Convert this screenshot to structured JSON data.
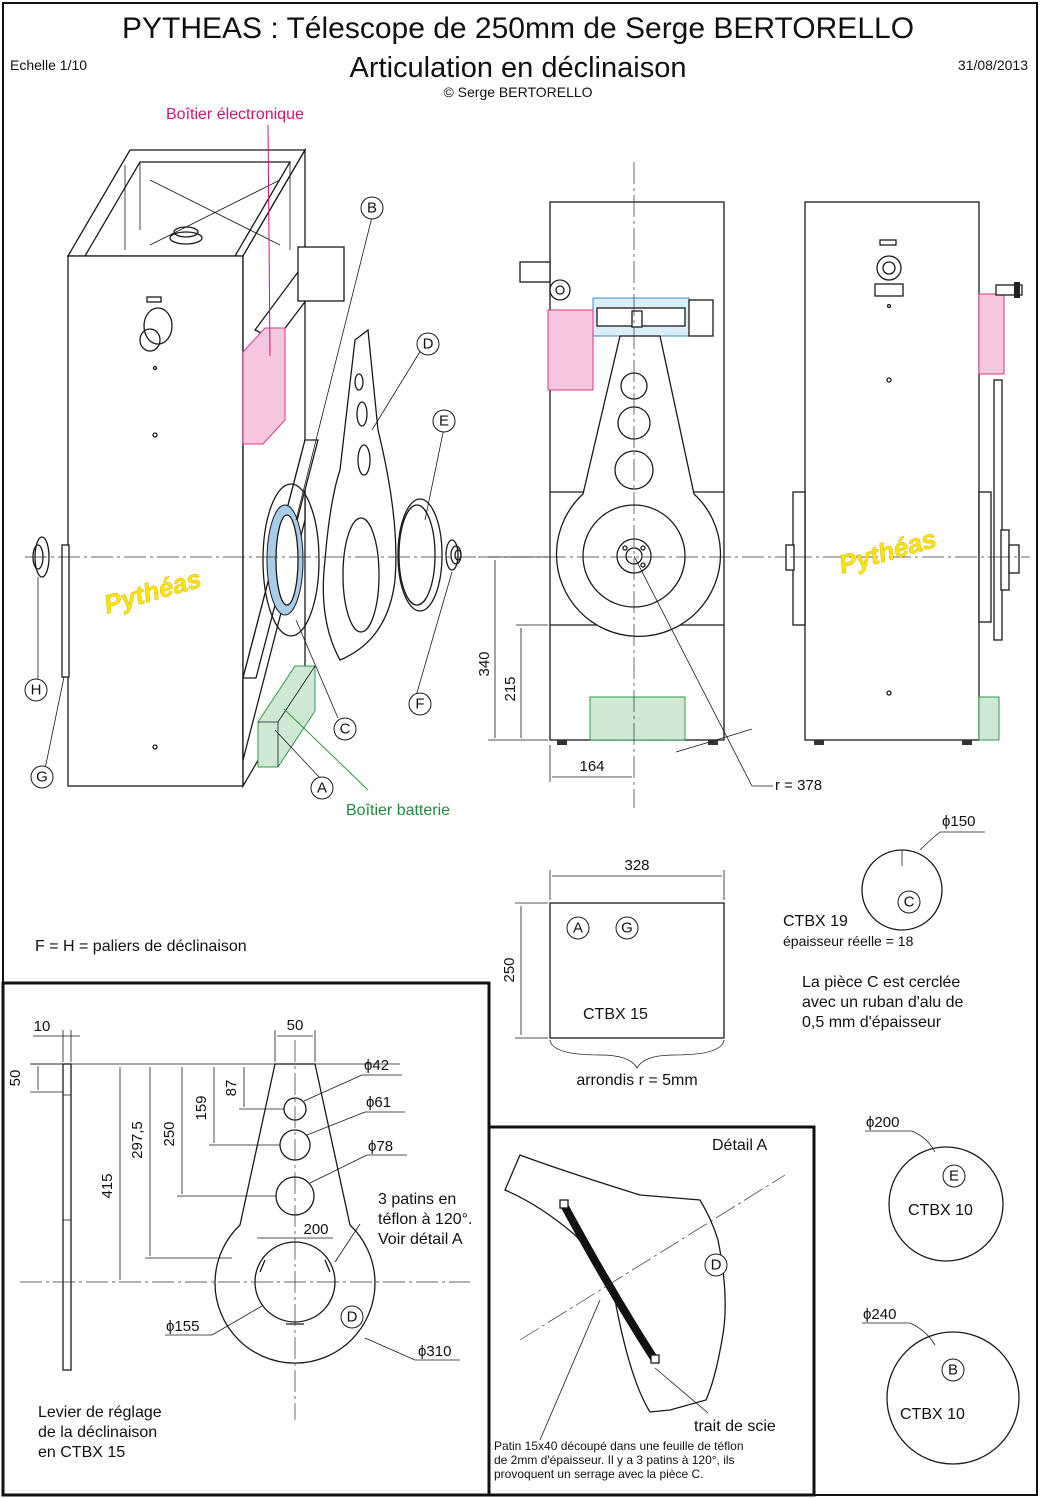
{
  "title": "PYTHEAS : Télescope de 250mm de Serge BERTORELLO",
  "subtitle": "Articulation en déclinaison",
  "copyright": "© Serge BERTORELLO",
  "scale": "Echelle 1/10",
  "date": "31/08/2013",
  "brand": "Pythéas",
  "labels": {
    "electronics_box": "Boîtier électronique",
    "battery_box": "Boîtier batterie",
    "bearings_note": "F = H = paliers de déclinaison",
    "lever_note": [
      "Levier de réglage",
      "de la déclinaison",
      "en CTBX 15"
    ],
    "patins_note": [
      "3 patins en",
      "téflon à 120°.",
      "Voir détail A"
    ],
    "ctbx19": "CTBX 19",
    "thickness": "épaisseur réelle = 18",
    "piece_c_note": [
      "La pièce C est cerclée",
      "avec un ruban d'alu de",
      "0,5 mm d'épaisseur"
    ],
    "ctbx15": "CTBX 15",
    "rounded": "arrondis r = 5mm",
    "detail_title": "Détail A",
    "saw_line": "trait de scie",
    "detail_note": [
      "Patin 15x40 découpé dans une feuille de téflon",
      "de 2mm d'épaisseur. Il y a 3 patins à 120°, ils",
      "provoquent un serrage avec la pièce C."
    ],
    "ctbx10_e": "CTBX 10",
    "ctbx10_b": "CTBX 10"
  },
  "parts": [
    "A",
    "B",
    "C",
    "D",
    "E",
    "F",
    "G",
    "H"
  ],
  "dimensions": {
    "d340": "340",
    "d215": "215",
    "d164": "164",
    "r378": "r = 378",
    "phi150": "ϕ150",
    "d328": "328",
    "d250": "250",
    "d10": "10",
    "d50_top": "50",
    "d50_side": "50",
    "d87": "87",
    "d159": "159",
    "d250_lever": "250",
    "d297_5": "297,5",
    "d415": "415",
    "phi42": "ϕ42",
    "phi61": "ϕ61",
    "phi78": "ϕ78",
    "d200": "200",
    "phi155": "ϕ155",
    "phi310": "ϕ310",
    "phi200": "ϕ200",
    "phi240": "ϕ240"
  }
}
